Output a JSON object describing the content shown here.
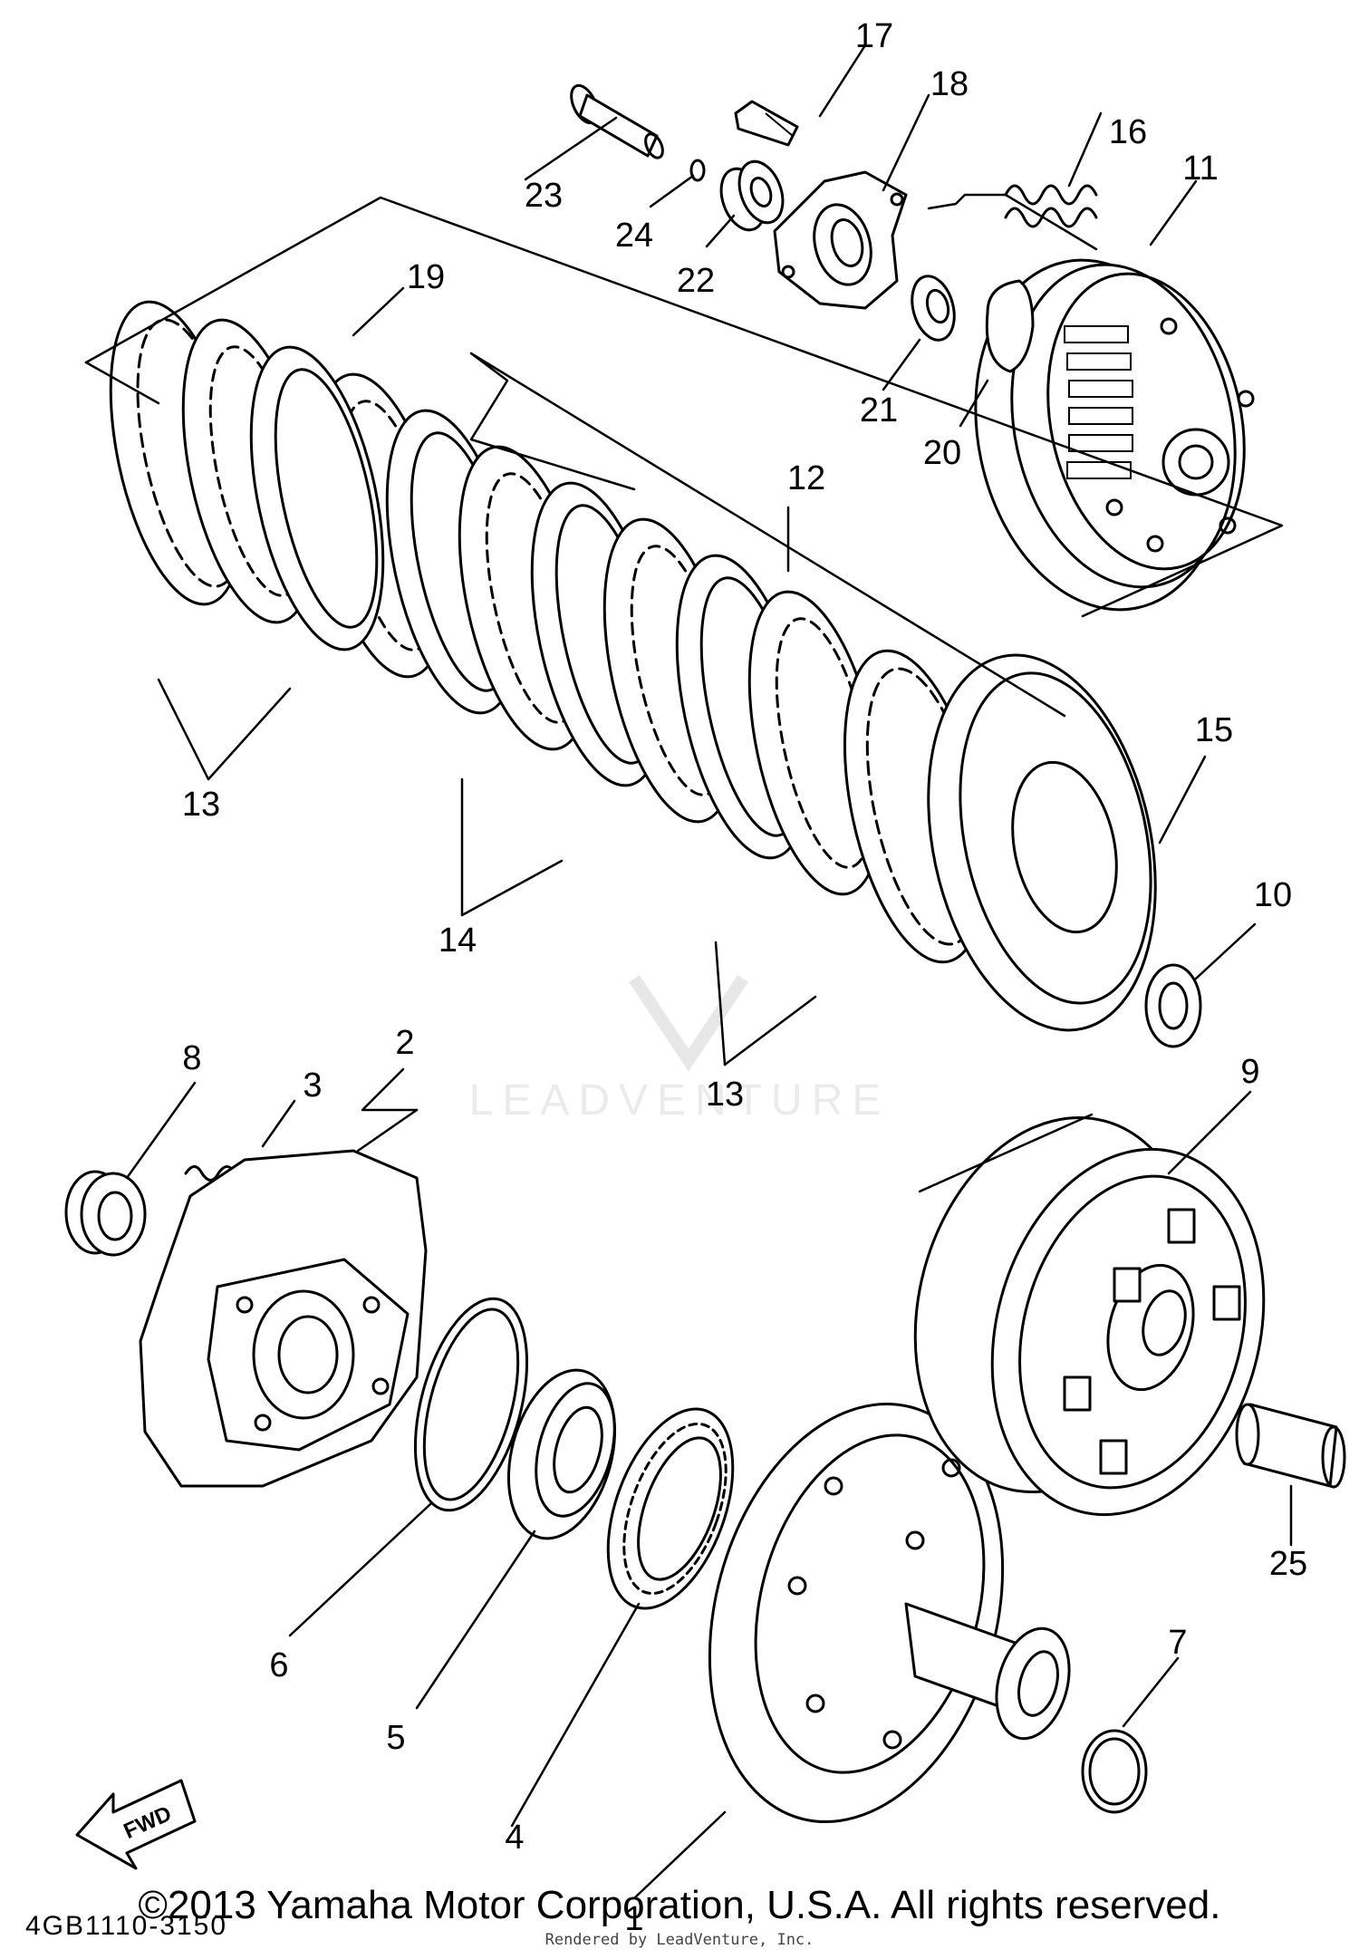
{
  "diagram": {
    "callouts": [
      "1",
      "2",
      "3",
      "4",
      "5",
      "6",
      "7",
      "8",
      "9",
      "10",
      "11",
      "12",
      "13",
      "13",
      "13",
      "14",
      "15",
      "16",
      "17",
      "18",
      "19",
      "20",
      "21",
      "22",
      "23",
      "24",
      "25"
    ],
    "fwd_label": "FWD",
    "diagram_code": "4GB1110-3150",
    "watermark": "LEADVENTURE"
  },
  "footer": {
    "copyright": "©2013 Yamaha Motor Corporation, U.S.A. All rights reserved.",
    "rendered_by": "Rendered by LeadVenture, Inc."
  }
}
